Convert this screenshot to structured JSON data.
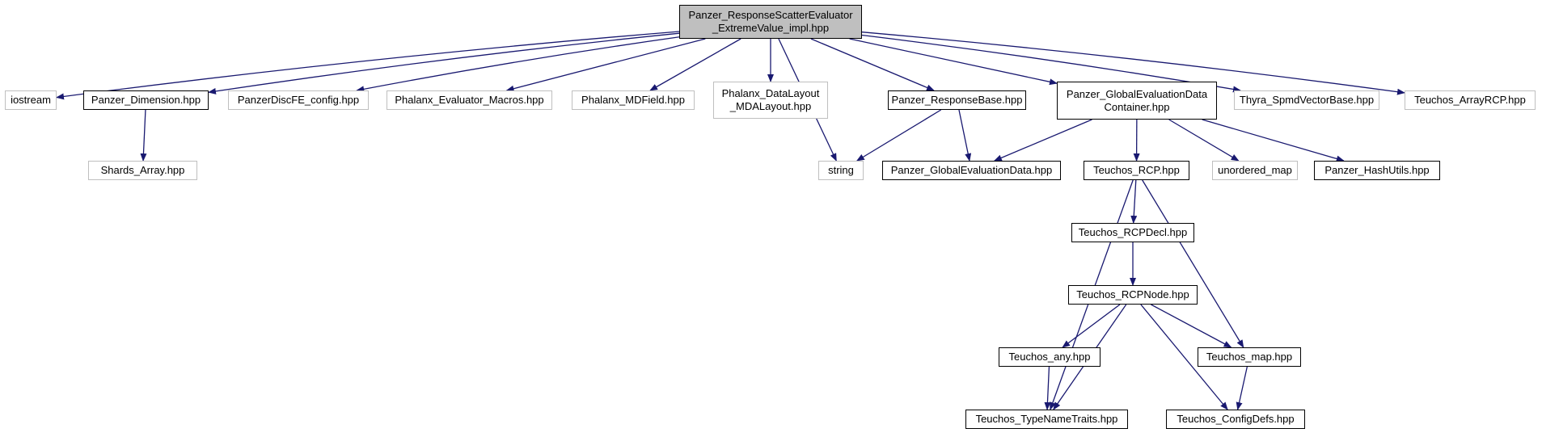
{
  "nodes": {
    "root": {
      "label": "Panzer_ResponseScatterEvaluator\n_ExtremeValue_impl.hpp"
    },
    "iostream": {
      "label": "iostream"
    },
    "dimension": {
      "label": "Panzer_Dimension.hpp"
    },
    "discfe_config": {
      "label": "PanzerDiscFE_config.hpp"
    },
    "eval_macros": {
      "label": "Phalanx_Evaluator_Macros.hpp"
    },
    "mdfield": {
      "label": "Phalanx_MDField.hpp"
    },
    "datalayout": {
      "label": "Phalanx_DataLayout\n_MDALayout.hpp"
    },
    "string": {
      "label": "string"
    },
    "responsebase": {
      "label": "Panzer_ResponseBase.hpp"
    },
    "gedc": {
      "label": "Panzer_GlobalEvaluationData\nContainer.hpp"
    },
    "thyra": {
      "label": "Thyra_SpmdVectorBase.hpp"
    },
    "arrayrcp": {
      "label": "Teuchos_ArrayRCP.hpp"
    },
    "shards": {
      "label": "Shards_Array.hpp"
    },
    "ged": {
      "label": "Panzer_GlobalEvaluationData.hpp"
    },
    "rcp": {
      "label": "Teuchos_RCP.hpp"
    },
    "unordered_map": {
      "label": "unordered_map"
    },
    "hashutils": {
      "label": "Panzer_HashUtils.hpp"
    },
    "rcpdecl": {
      "label": "Teuchos_RCPDecl.hpp"
    },
    "rcpnode": {
      "label": "Teuchos_RCPNode.hpp"
    },
    "any": {
      "label": "Teuchos_any.hpp"
    },
    "map": {
      "label": "Teuchos_map.hpp"
    },
    "typenametraits": {
      "label": "Teuchos_TypeNameTraits.hpp"
    },
    "configdefs": {
      "label": "Teuchos_ConfigDefs.hpp"
    }
  },
  "edges": [
    [
      "root",
      "iostream"
    ],
    [
      "root",
      "dimension"
    ],
    [
      "root",
      "discfe_config"
    ],
    [
      "root",
      "eval_macros"
    ],
    [
      "root",
      "mdfield"
    ],
    [
      "root",
      "datalayout"
    ],
    [
      "root",
      "string"
    ],
    [
      "root",
      "responsebase"
    ],
    [
      "root",
      "gedc"
    ],
    [
      "root",
      "thyra"
    ],
    [
      "root",
      "arrayrcp"
    ],
    [
      "dimension",
      "shards"
    ],
    [
      "responsebase",
      "string"
    ],
    [
      "responsebase",
      "ged"
    ],
    [
      "gedc",
      "ged"
    ],
    [
      "gedc",
      "rcp"
    ],
    [
      "gedc",
      "unordered_map"
    ],
    [
      "gedc",
      "hashutils"
    ],
    [
      "rcp",
      "rcpdecl"
    ],
    [
      "rcp",
      "typenametraits"
    ],
    [
      "rcp",
      "map"
    ],
    [
      "rcpdecl",
      "rcpnode"
    ],
    [
      "rcpnode",
      "any"
    ],
    [
      "rcpnode",
      "typenametraits"
    ],
    [
      "rcpnode",
      "map"
    ],
    [
      "rcpnode",
      "configdefs"
    ],
    [
      "any",
      "typenametraits"
    ],
    [
      "map",
      "configdefs"
    ]
  ],
  "colors": {
    "edge": "#191970",
    "grey_border": "#bfbfbf",
    "black_border": "#000000",
    "root_fill": "#bfbfbf"
  }
}
